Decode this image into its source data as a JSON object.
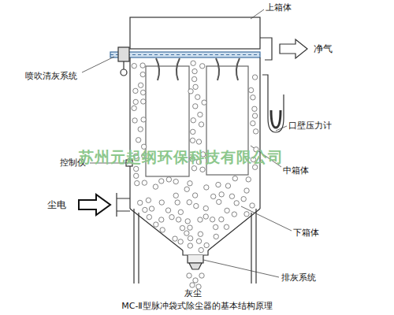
{
  "diagram": {
    "caption": "MC-Ⅱ型脉冲袋式除尘器的基本结构原理",
    "labels": [
      "上箱体",
      "净气",
      "喷吹清灰系统",
      "口壁压力计",
      "控制仪",
      "中箱体",
      "尘电",
      "下箱体",
      "排灰系统",
      "灰尘",
      "苏州元起纲环保科技有限公司"
    ]
  }
}
